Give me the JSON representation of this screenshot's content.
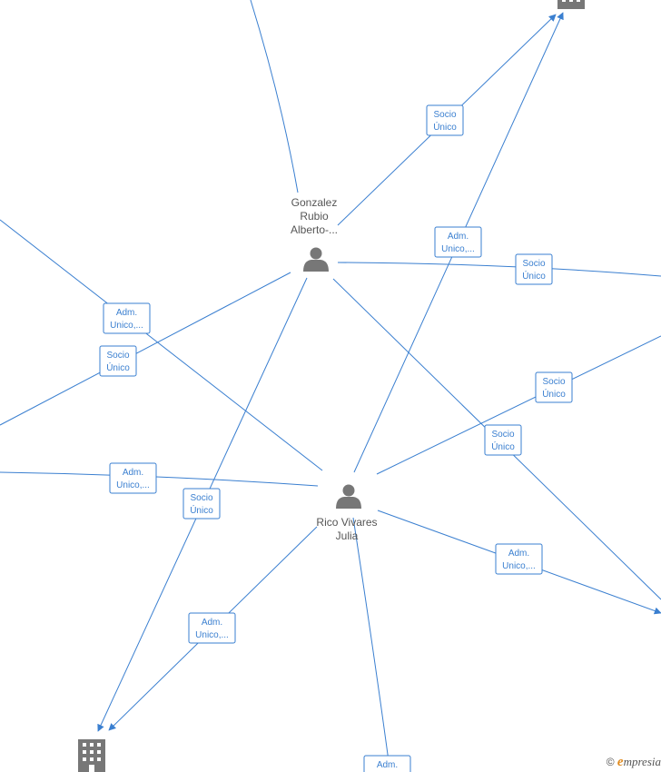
{
  "colors": {
    "edge": "#3a7fd0",
    "node_icon": "#777777",
    "label_text": "#555555"
  },
  "persons": [
    {
      "id": "gonzalez",
      "name_lines": [
        "Gonzalez",
        "Rubio",
        "Alberto-..."
      ],
      "icon": "person-icon"
    },
    {
      "id": "rico",
      "name_lines": [
        "Rico Vivares",
        "Julia"
      ],
      "icon": "person-icon"
    }
  ],
  "companies": [
    {
      "id": "company-top",
      "icon": "building-icon"
    },
    {
      "id": "company-bottom-left",
      "icon": "building-icon"
    }
  ],
  "edge_labels": [
    {
      "id": "l1",
      "lines": [
        "Socio",
        "Único"
      ]
    },
    {
      "id": "l2",
      "lines": [
        "Adm.",
        "Unico,..."
      ]
    },
    {
      "id": "l3",
      "lines": [
        "Socio",
        "Único"
      ]
    },
    {
      "id": "l4",
      "lines": [
        "Adm.",
        "Unico,..."
      ]
    },
    {
      "id": "l5",
      "lines": [
        "Socio",
        "Único"
      ]
    },
    {
      "id": "l6",
      "lines": [
        "Socio",
        "Único"
      ]
    },
    {
      "id": "l7",
      "lines": [
        "Socio",
        "Único"
      ]
    },
    {
      "id": "l8",
      "lines": [
        "Adm.",
        "Unico,..."
      ]
    },
    {
      "id": "l9",
      "lines": [
        "Socio",
        "Único"
      ]
    },
    {
      "id": "l10",
      "lines": [
        "Adm.",
        "Unico,..."
      ]
    },
    {
      "id": "l11",
      "lines": [
        "Adm.",
        "Unico,..."
      ]
    },
    {
      "id": "l12",
      "lines": [
        "Adm."
      ]
    }
  ],
  "brand": {
    "copyright": "©",
    "initial": "e",
    "name": "mpresia"
  }
}
